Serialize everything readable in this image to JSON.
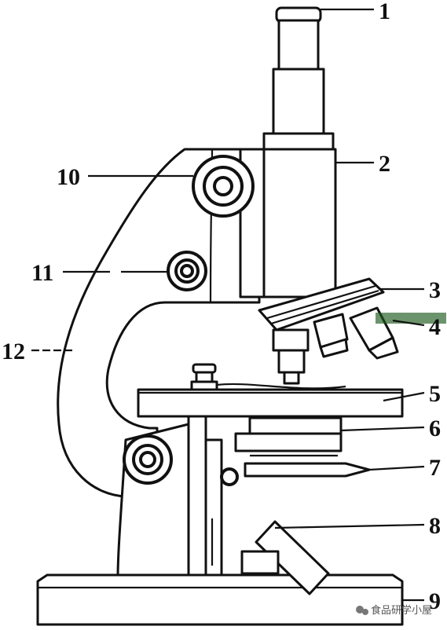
{
  "labels": [
    "1",
    "2",
    "3",
    "4",
    "5",
    "6",
    "7",
    "8",
    "9",
    "10",
    "11",
    "12"
  ],
  "watermark": "食品研学小屋",
  "colors": {
    "ink": "#111111",
    "background": "#ffffff",
    "watermark": "#555555"
  }
}
